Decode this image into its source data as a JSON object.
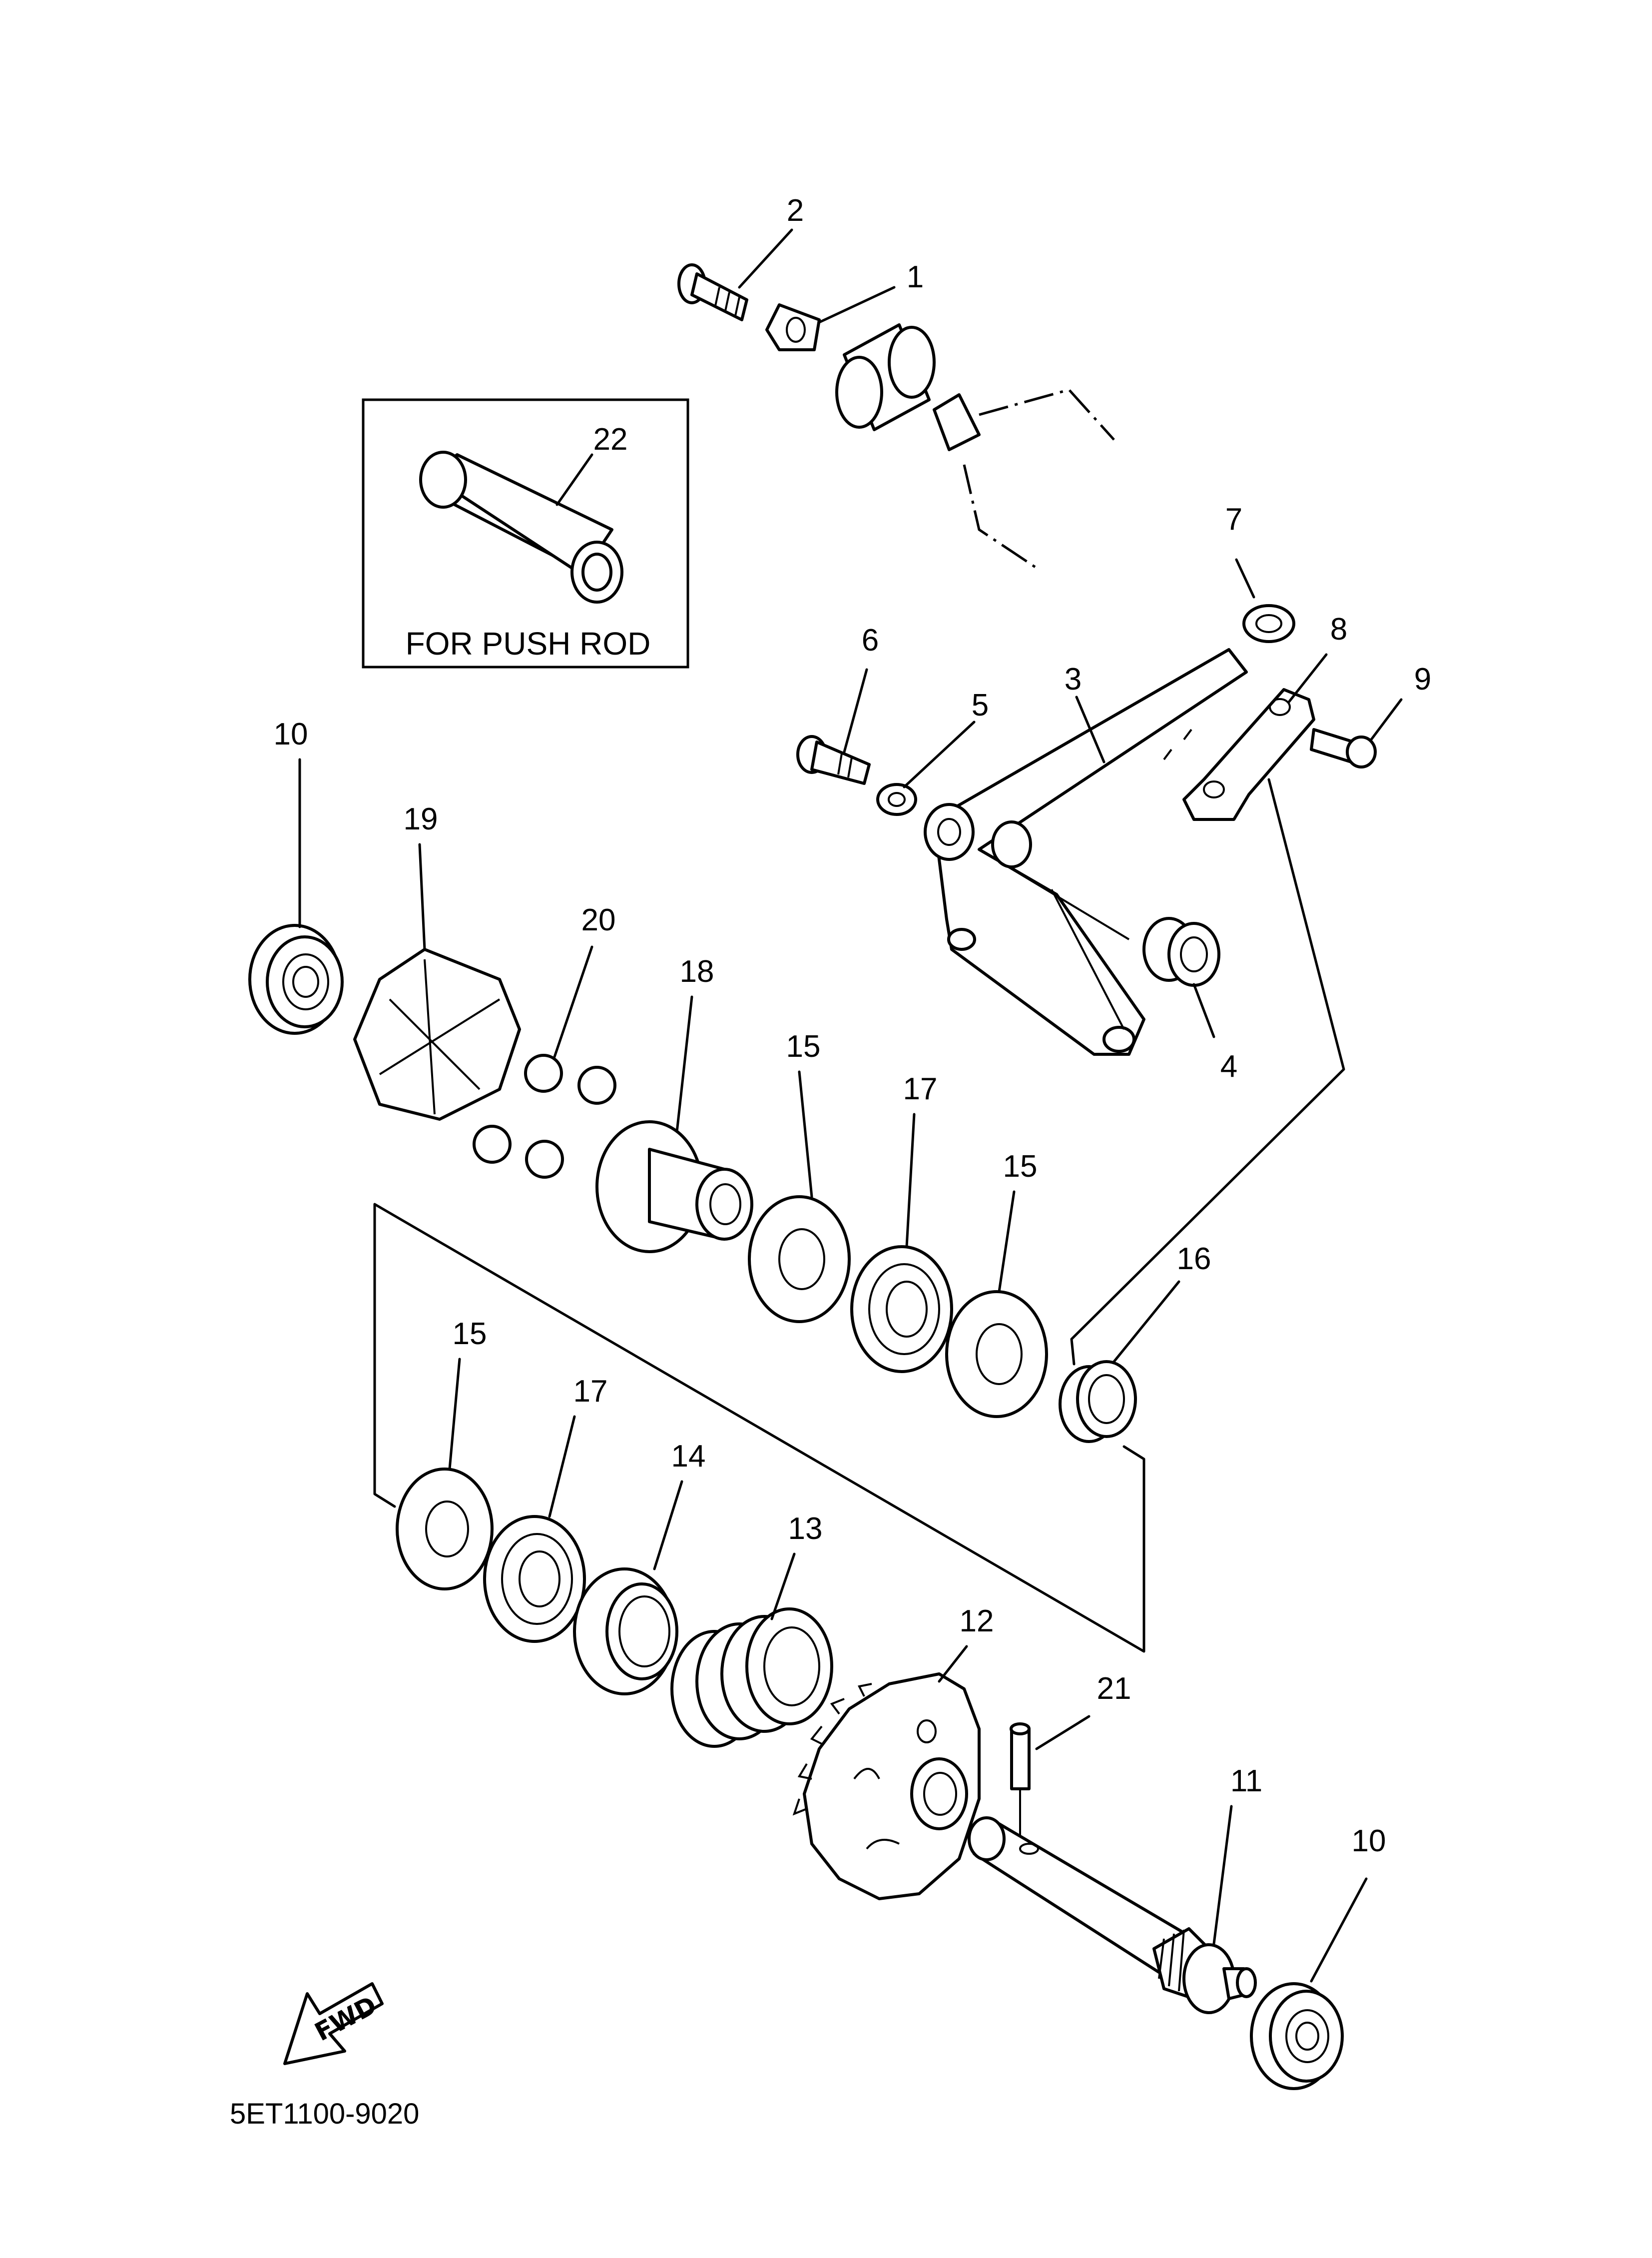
{
  "diagram": {
    "inset_caption": "FOR PUSH ROD",
    "diagram_code": "5ET1100-9020",
    "fwd_label": "FWD",
    "callouts": [
      "1",
      "2",
      "3",
      "4",
      "5",
      "6",
      "7",
      "8",
      "9",
      "10",
      "10",
      "11",
      "12",
      "13",
      "14",
      "15",
      "15",
      "15",
      "16",
      "17",
      "17",
      "18",
      "19",
      "20",
      "21",
      "22"
    ]
  }
}
